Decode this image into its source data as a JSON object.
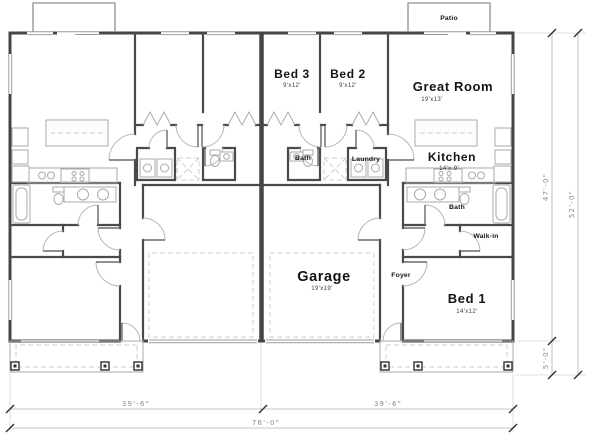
{
  "plan": {
    "title": "Duplex floor plan",
    "colors": {
      "wall": "#454545",
      "fixture": "#aaaaaa",
      "dimension_line": "#b3b3b3",
      "text": "#141414",
      "background": "#ffffff"
    },
    "rooms": {
      "patio": {
        "label": "Patio"
      },
      "bed3": {
        "label": "Bed 3",
        "size": "9'x12'"
      },
      "bed2": {
        "label": "Bed 2",
        "size": "9'x12'"
      },
      "great_room": {
        "label": "Great Room",
        "size": "19'x13'"
      },
      "kitchen": {
        "label": "Kitchen",
        "size": "14'x 9'"
      },
      "bath_hall": {
        "label": "Bath"
      },
      "laundry": {
        "label": "Laundry"
      },
      "bath_main": {
        "label": "Bath"
      },
      "walk_in": {
        "label": "Walk-in"
      },
      "bed1": {
        "label": "Bed 1",
        "size": "14'x12'"
      },
      "foyer": {
        "label": "Foyer"
      },
      "garage": {
        "label": "Garage",
        "size": "19'x19'"
      }
    },
    "dimensions": {
      "left_width": "39'-6\"",
      "right_width": "39'-6\"",
      "total_width": "78'-0\"",
      "depth_main": "47'-0\"",
      "depth_total": "52'-0\"",
      "porch_depth": "5'-0\""
    }
  }
}
